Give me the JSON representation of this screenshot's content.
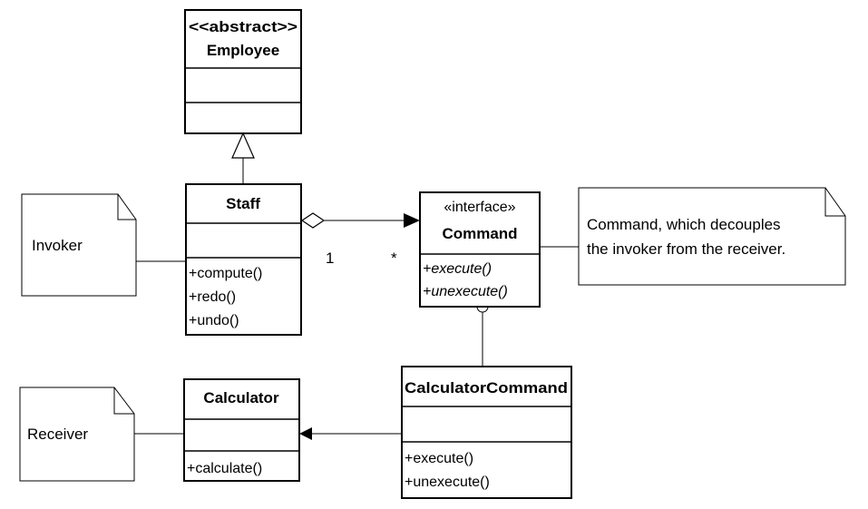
{
  "classes": {
    "employee": {
      "stereotype": "<<abstract>>",
      "name": "Employee"
    },
    "staff": {
      "name": "Staff",
      "operations": [
        "+compute()",
        "+redo()",
        "+undo()"
      ]
    },
    "command": {
      "stereotype": "«interface»",
      "name": "Command",
      "operations": [
        "+execute()",
        "+unexecute()"
      ]
    },
    "calculator_command": {
      "name": "CalculatorCommand",
      "operations": [
        "+execute()",
        "+unexecute()"
      ]
    },
    "calculator": {
      "name": "Calculator",
      "operations": [
        "+calculate()"
      ]
    }
  },
  "notes": {
    "invoker": "Invoker",
    "receiver": "Receiver",
    "command_note": [
      "Command, which decouples",
      "the invoker from the receiver."
    ]
  },
  "multiplicities": {
    "staff_end": "1",
    "command_end": "*"
  }
}
